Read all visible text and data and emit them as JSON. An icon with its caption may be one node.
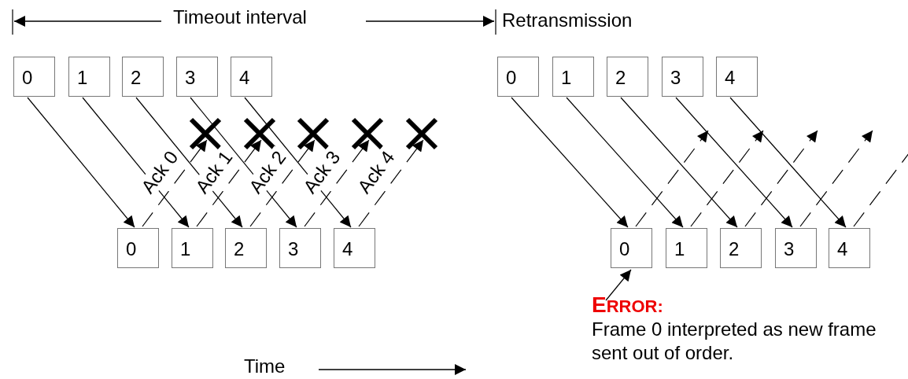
{
  "diagram": {
    "nodes": [
      {
        "text": [
          "0"
        ]
      },
      {
        "text": [
          "1"
        ]
      },
      {
        "text": [
          "2"
        ]
      },
      {
        "text": [
          "3"
        ]
      },
      {
        "text": [
          "4"
        ]
      },
      {
        "text": [
          "0"
        ]
      },
      {
        "text": [
          "1"
        ]
      },
      {
        "text": [
          "2"
        ]
      },
      {
        "text": [
          "3"
        ]
      },
      {
        "text": [
          "4"
        ]
      },
      {
        "text": [
          "0"
        ]
      },
      {
        "text": [
          "1"
        ]
      },
      {
        "text": [
          "2"
        ]
      },
      {
        "text": [
          "3"
        ]
      },
      {
        "text": [
          "4"
        ]
      },
      {
        "text": [
          "0"
        ]
      },
      {
        "text": [
          "1"
        ]
      },
      {
        "text": [
          "2"
        ]
      },
      {
        "text": [
          "3"
        ]
      },
      {
        "text": [
          "4"
        ]
      },
      {
        "text": [
          "ERROR:",
          "Frame 0 interpreted as new frame sent out of order."
        ]
      }
    ],
    "edges": [
      {
        "from": 0,
        "to": 5,
        "arrow": "to"
      },
      {
        "from": 1,
        "to": 6,
        "arrow": "to"
      },
      {
        "from": 2,
        "to": 7,
        "arrow": "to"
      },
      {
        "from": 3,
        "to": 8,
        "arrow": "to"
      },
      {
        "from": 4,
        "to": 9,
        "arrow": "to"
      },
      {
        "from": 5,
        "to": null,
        "arrow": "to",
        "style": "dashed",
        "label": "Ack 0"
      },
      {
        "from": 6,
        "to": null,
        "arrow": "to",
        "style": "dashed",
        "label": "Ack 1"
      },
      {
        "from": 7,
        "to": null,
        "arrow": "to",
        "style": "dashed",
        "label": "Ack 2"
      },
      {
        "from": 8,
        "to": null,
        "arrow": "to",
        "style": "dashed",
        "label": "Ack 3"
      },
      {
        "from": 9,
        "to": null,
        "arrow": "to",
        "style": "dashed",
        "label": "Ack 4"
      },
      {
        "from": 10,
        "to": 15,
        "arrow": "to"
      },
      {
        "from": 11,
        "to": 16,
        "arrow": "to"
      },
      {
        "from": 12,
        "to": 17,
        "arrow": "to"
      },
      {
        "from": 13,
        "to": 18,
        "arrow": "to"
      },
      {
        "from": 14,
        "to": 19,
        "arrow": "to"
      },
      {
        "from": 15,
        "to": null,
        "arrow": "to",
        "style": "dashed"
      },
      {
        "from": 16,
        "to": null,
        "arrow": "to",
        "style": "dashed"
      },
      {
        "from": 17,
        "to": null,
        "arrow": "to",
        "style": "dashed"
      },
      {
        "from": 18,
        "to": null,
        "arrow": "to",
        "style": "dashed"
      },
      {
        "from": 19,
        "to": null,
        "arrow": "to",
        "style": "dashed"
      },
      {
        "from": 20,
        "to": 15,
        "arrow": "to"
      }
    ],
    "labels": [
      "Timeout interval",
      "Retransmission",
      "Time"
    ]
  }
}
